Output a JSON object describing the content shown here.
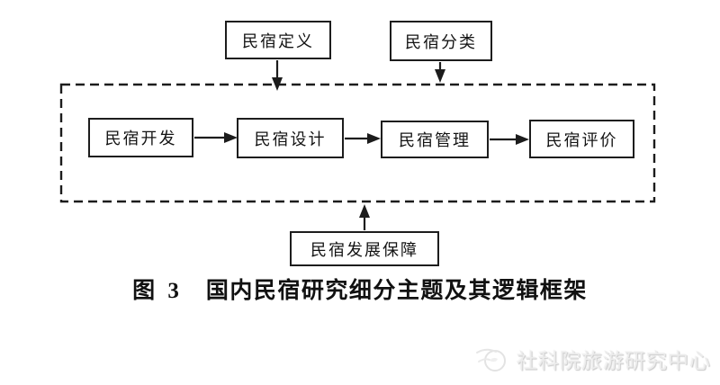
{
  "figure": {
    "caption": {
      "prefix": "图 3",
      "title": "国内民宿研究细分主题及其逻辑框架"
    },
    "top_boxes": [
      {
        "label": "民宿定义"
      },
      {
        "label": "民宿分类"
      }
    ],
    "flow_boxes": [
      {
        "label": "民宿开发"
      },
      {
        "label": "民宿设计"
      },
      {
        "label": "民宿管理"
      },
      {
        "label": "民宿评价"
      }
    ],
    "bottom_box": {
      "label": "民宿发展保障"
    },
    "watermark": {
      "logo_icon": "swirl-logo-icon",
      "text": "社科院旅游研究中心"
    },
    "colors": {
      "line": "#1c1c1c",
      "box_border": "#1d1d1d",
      "background": "#ffffff",
      "text": "#141414",
      "watermark_text": "#ececec"
    }
  }
}
